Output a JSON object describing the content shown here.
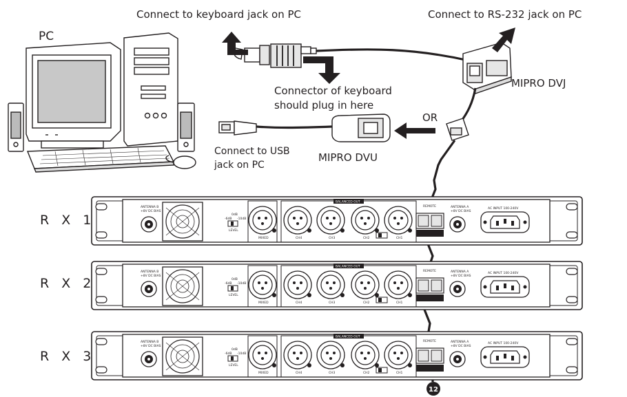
{
  "labels": {
    "pc": "PC",
    "keyboard_jack": "Connect to keyboard jack on PC",
    "rs232_jack": "Connect to RS-232 jack on PC",
    "keyboard_connector_line1": "Connector of keyboard",
    "keyboard_connector_line2": "should plug in here",
    "mipro_dvj": "MIPRO DVJ",
    "or": "OR",
    "usb_line1": "Connect to USB",
    "usb_line2": "jack on PC",
    "mipro_dvu": "MIPRO DVU",
    "page_number": "12"
  },
  "receivers": [
    {
      "label": "R X 1"
    },
    {
      "label": "R X 2"
    },
    {
      "label": "R X 3"
    }
  ],
  "panel_text": {
    "antenna_b": "ANTENNA B",
    "antenna_a": "ANTENNA A",
    "dc_bias": "+8V DC BIAS",
    "balanced_out": "BALANCED OUT",
    "remote": "REMOTE",
    "mixed": "MIXED",
    "ch4": "CH4",
    "ch3": "CH3",
    "ch2": "CH2",
    "ch1": "CH1",
    "level": "LEVEL",
    "ac_input": "AC INPUT 100-240V",
    "db_neg6": "-6dB",
    "db_zero": "0dB",
    "db_neg10": "-10dB"
  },
  "colors": {
    "ink": "#231f20",
    "panel_fill": "#ffffff",
    "screen": "#c8c8c8",
    "connector_fill": "#e6e6e6",
    "badge": "#231f20",
    "badge_text": "#ffffff"
  }
}
